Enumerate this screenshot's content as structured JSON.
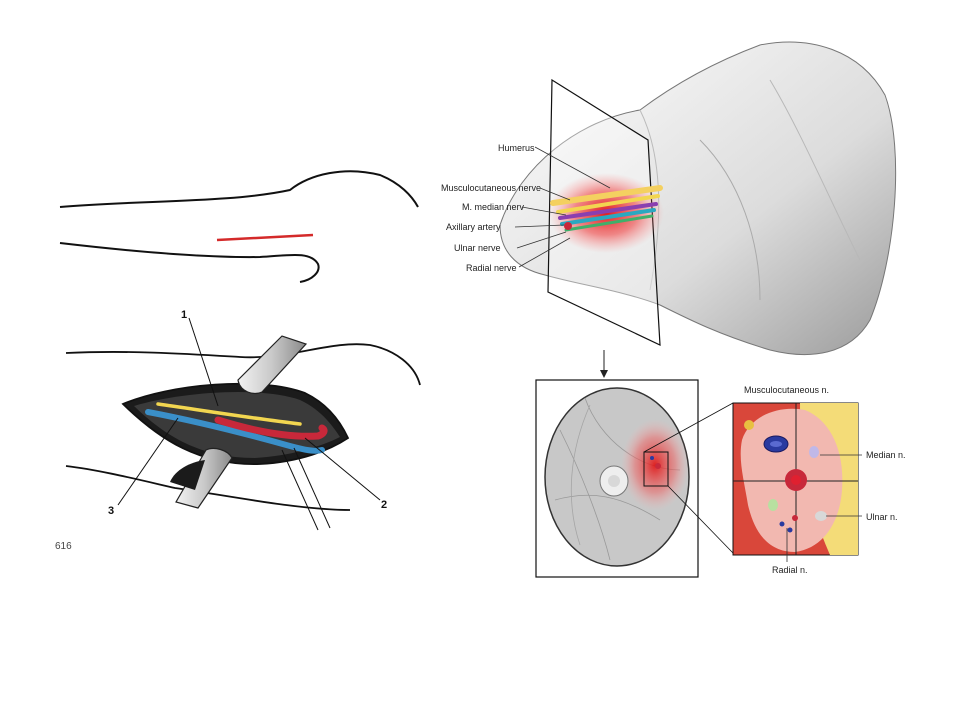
{
  "colors": {
    "skin_incision": "#d42a2a",
    "nerve": "#f2d650",
    "artery": "#c8283a",
    "vein": "#3a8fc8",
    "muscle": "#d9473a",
    "fat": "#f4dc78",
    "fascia": "#f2b8b0"
  },
  "surgical_figure": {
    "label_1": "1",
    "label_2": "2",
    "label_3": "3",
    "page_mark": "616"
  },
  "arm_labels": [
    {
      "id": "humerus",
      "text": "Humerus"
    },
    {
      "id": "musculocutaneous",
      "text": "Musculocutaneous nerve"
    },
    {
      "id": "median",
      "text": "M. median nerv"
    },
    {
      "id": "axillary",
      "text": "Axillary artery"
    },
    {
      "id": "ulnar",
      "text": "Ulnar nerve"
    },
    {
      "id": "radial",
      "text": "Radial nerve"
    }
  ],
  "detail_labels": {
    "top": "Musculocutaneous n.",
    "median": "Median n.",
    "ulnar": "Ulnar n.",
    "radial": "Radial n."
  }
}
